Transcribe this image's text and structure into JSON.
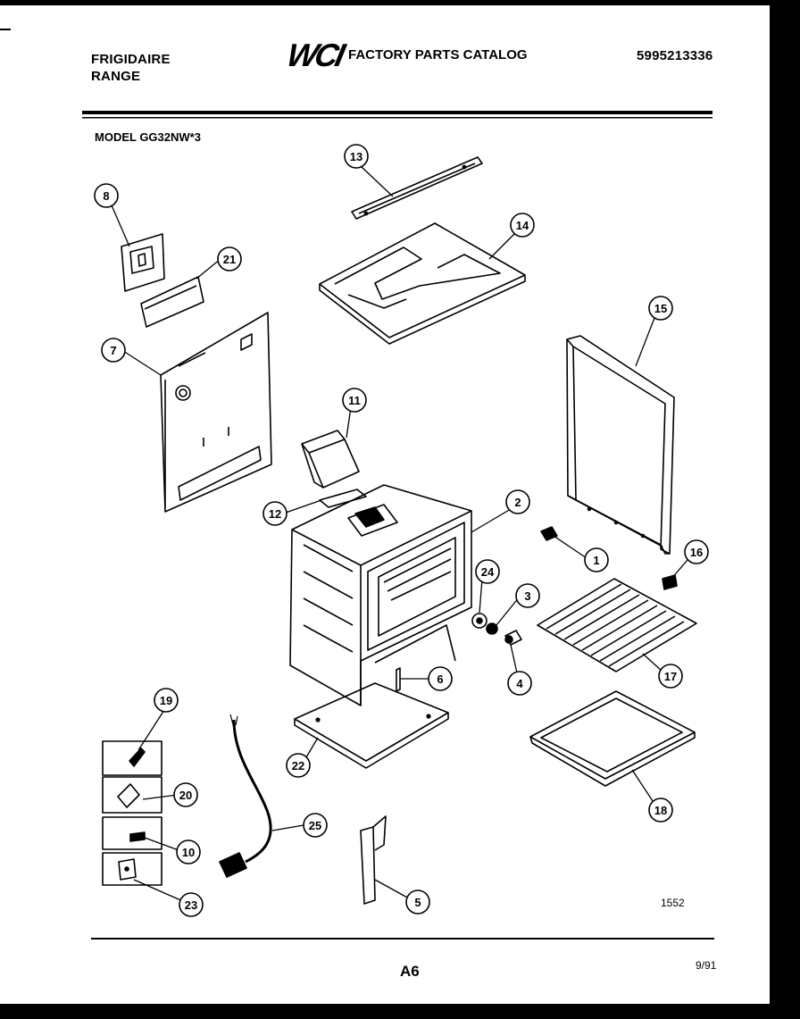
{
  "header": {
    "brand_line1": "FRIGIDAIRE",
    "brand_line2": "RANGE",
    "logo_text": "WCI",
    "catalog_title": "FACTORY PARTS CATALOG",
    "catalog_number": "5995213336"
  },
  "model_label": "MODEL GG32NW*3",
  "callouts": [
    {
      "id": "callout-1",
      "label": "1"
    },
    {
      "id": "callout-2",
      "label": "2"
    },
    {
      "id": "callout-3",
      "label": "3"
    },
    {
      "id": "callout-4",
      "label": "4"
    },
    {
      "id": "callout-5",
      "label": "5"
    },
    {
      "id": "callout-6",
      "label": "6"
    },
    {
      "id": "callout-7",
      "label": "7"
    },
    {
      "id": "callout-8",
      "label": "8"
    },
    {
      "id": "callout-10",
      "label": "10"
    },
    {
      "id": "callout-11",
      "label": "11"
    },
    {
      "id": "callout-12",
      "label": "12"
    },
    {
      "id": "callout-13",
      "label": "13"
    },
    {
      "id": "callout-14",
      "label": "14"
    },
    {
      "id": "callout-15",
      "label": "15"
    },
    {
      "id": "callout-16",
      "label": "16"
    },
    {
      "id": "callout-17",
      "label": "17"
    },
    {
      "id": "callout-18",
      "label": "18"
    },
    {
      "id": "callout-19",
      "label": "19"
    },
    {
      "id": "callout-20",
      "label": "20"
    },
    {
      "id": "callout-21",
      "label": "21"
    },
    {
      "id": "callout-22",
      "label": "22"
    },
    {
      "id": "callout-23",
      "label": "23"
    },
    {
      "id": "callout-24",
      "label": "24"
    },
    {
      "id": "callout-25",
      "label": "25"
    }
  ],
  "footer": {
    "drawing_code": "1552",
    "page_id": "A6",
    "date": "9/91"
  }
}
